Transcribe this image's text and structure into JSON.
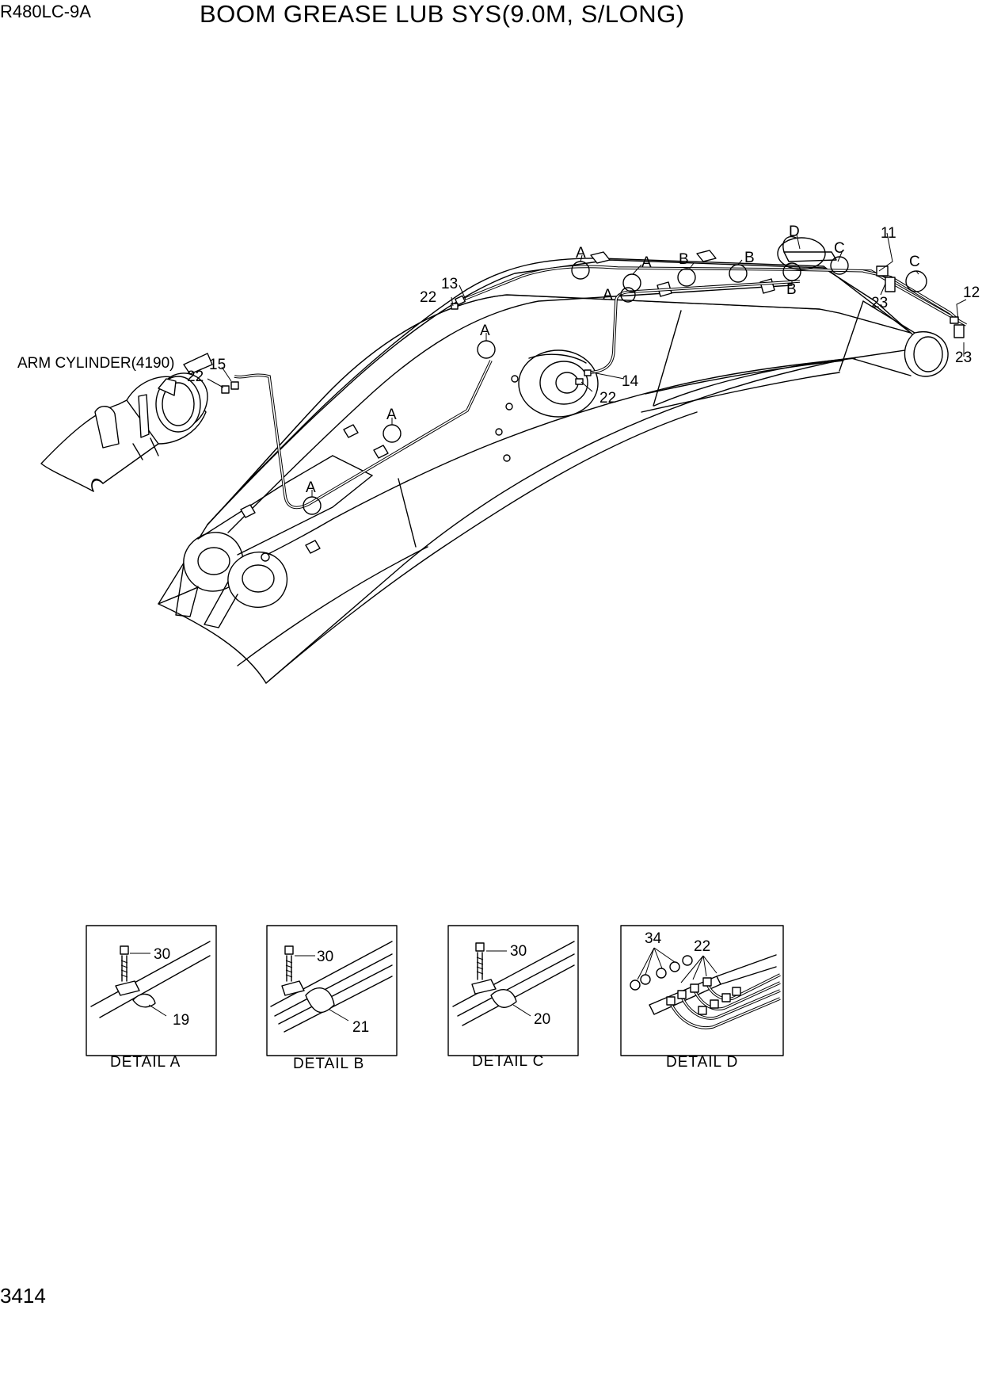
{
  "header": {
    "model": "R480LC-9A",
    "title": "BOOM GREASE LUB SYS(9.0M, S/LONG)"
  },
  "footer": {
    "page_number": "3414"
  },
  "main_view": {
    "arm_cylinder_label": "ARM CYLINDER(4190)",
    "callouts": {
      "c11": "11",
      "c12": "12",
      "c13": "13",
      "c14": "14",
      "c15": "15",
      "c22a": "22",
      "c22b": "22",
      "c22c": "22",
      "c23a": "23",
      "c23b": "23"
    },
    "detail_markers": {
      "a1": "A",
      "a2": "A",
      "a3": "A",
      "a4": "A",
      "a5": "A",
      "a6": "A",
      "b1": "B",
      "b2": "B",
      "b3": "B",
      "c1": "C",
      "c2": "C",
      "d1": "D"
    }
  },
  "details": [
    {
      "caption": "DETAIL  A",
      "bolt_part": "30",
      "clamp_part": "19"
    },
    {
      "caption": "DETAIL  B",
      "bolt_part": "30",
      "clamp_part": "21"
    },
    {
      "caption": "DETAIL  C",
      "bolt_part": "30",
      "clamp_part": "20"
    },
    {
      "caption": "DETAIL  D",
      "fitting_part": "34",
      "hose_part": "22"
    }
  ]
}
